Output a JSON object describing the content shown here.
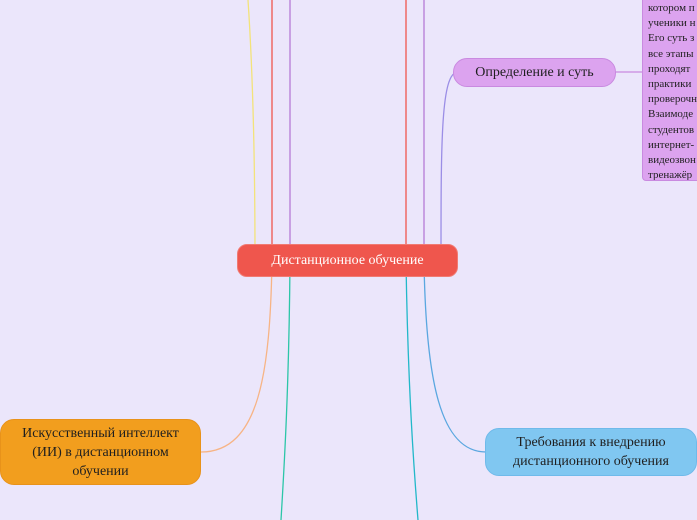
{
  "root": {
    "label": "Дистанционное обучение"
  },
  "topics": {
    "definition": {
      "label": "Определение и суть"
    },
    "ai": {
      "label": "Искусственный интеллект (ИИ) в дистанционном обучении"
    },
    "requirements": {
      "label": "Требования к внедрению дистанционного обучения"
    }
  },
  "note": {
    "lines": [
      "котором п",
      "ученики н",
      "Его суть з",
      "все этапы",
      "проходят",
      "практики",
      "проверочн",
      "Взаимоде",
      "студентов",
      "интернет-",
      "видеозвон",
      "тренажёр"
    ]
  },
  "colors": {
    "background": "#ebe6fb",
    "root": "#ef564d",
    "definition": "#dca3ef",
    "ai": "#f29e1e",
    "requirements": "#80c7f1"
  }
}
